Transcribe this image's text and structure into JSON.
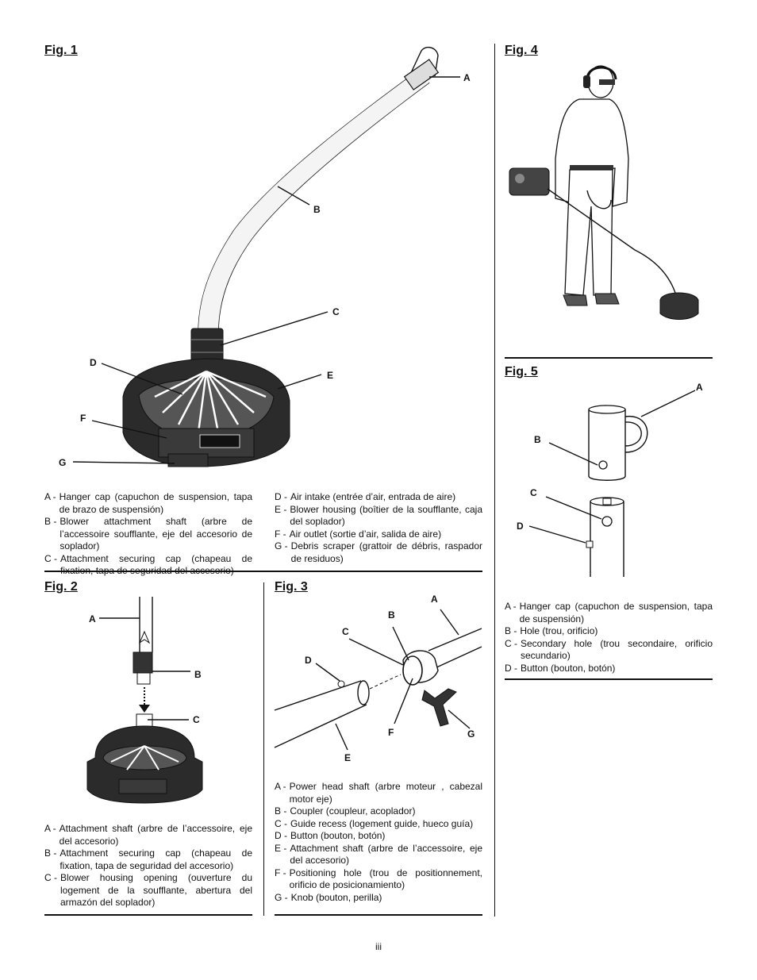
{
  "fig1": {
    "title": "Fig. 1",
    "labels": {
      "a": "A",
      "b": "B",
      "c": "C",
      "d": "D",
      "e": "E",
      "f": "F",
      "g": "G"
    },
    "legend_left": [
      {
        "key": "A -",
        "text": "Hanger cap (capuchon de suspension, tapa de brazo de suspensión)"
      },
      {
        "key": "B -",
        "text": "Blower attachment shaft (arbre de l’accessoire soufflante, eje del accesorio de soplador)"
      },
      {
        "key": "C -",
        "text": "Attachment securing cap (chapeau de fixation, tapa de seguridad del accesorio)"
      }
    ],
    "legend_right": [
      {
        "key": "D -",
        "text": "Air intake (entrée d’air, entrada de aire)"
      },
      {
        "key": "E -",
        "text": "Blower housing (boîtier de la soufflante, caja del soplador)"
      },
      {
        "key": "F -",
        "text": "Air outlet (sortie d’air, salida de aire)"
      },
      {
        "key": "G -",
        "text": "Debris scraper (grattoir de débris, raspador de residuos)"
      }
    ]
  },
  "fig2": {
    "title": "Fig. 2",
    "labels": {
      "a": "A",
      "b": "B",
      "c": "C"
    },
    "legend": [
      {
        "key": "A -",
        "text": "Attachment shaft (arbre de l’accessoire, eje del accesorio)"
      },
      {
        "key": "B -",
        "text": "Attachment securing cap (chapeau de fixation, tapa de seguridad del accesorio)"
      },
      {
        "key": "C -",
        "text": "Blower housing opening (ouverture du logement de la soufflante, abertura del armazón del soplador)"
      }
    ]
  },
  "fig3": {
    "title": "Fig. 3",
    "labels": {
      "a": "A",
      "b": "B",
      "c": "C",
      "d": "D",
      "e": "E",
      "f": "F",
      "g": "G"
    },
    "legend": [
      {
        "key": "A -",
        "text": "Power head shaft (arbre moteur , cabezal motor eje)"
      },
      {
        "key": "B -",
        "text": "Coupler (coupleur, acoplador)"
      },
      {
        "key": "C -",
        "text": "Guide recess (logement guide, hueco guía)"
      },
      {
        "key": "D -",
        "text": "Button (bouton, botón)"
      },
      {
        "key": "E -",
        "text": "Attachment shaft (arbre de l’accessoire, eje del accesorio)"
      },
      {
        "key": "F -",
        "text": "Positioning hole (trou de positionnement, orificio de posicionamiento)"
      },
      {
        "key": "G -",
        "text": "Knob (bouton, perilla)"
      }
    ]
  },
  "fig4": {
    "title": "Fig. 4"
  },
  "fig5": {
    "title": "Fig. 5",
    "labels": {
      "a": "A",
      "b": "B",
      "c": "C",
      "d": "D"
    },
    "legend": [
      {
        "key": "A -",
        "text": "Hanger cap (capuchon de suspension, tapa de suspensión)"
      },
      {
        "key": "B -",
        "text": "Hole (trou, orificio)"
      },
      {
        "key": "C -",
        "text": "Secondary hole (trou secondaire, orificio secundario)"
      },
      {
        "key": "D -",
        "text": "Button (bouton, botón)"
      }
    ]
  },
  "page_number": "iii"
}
